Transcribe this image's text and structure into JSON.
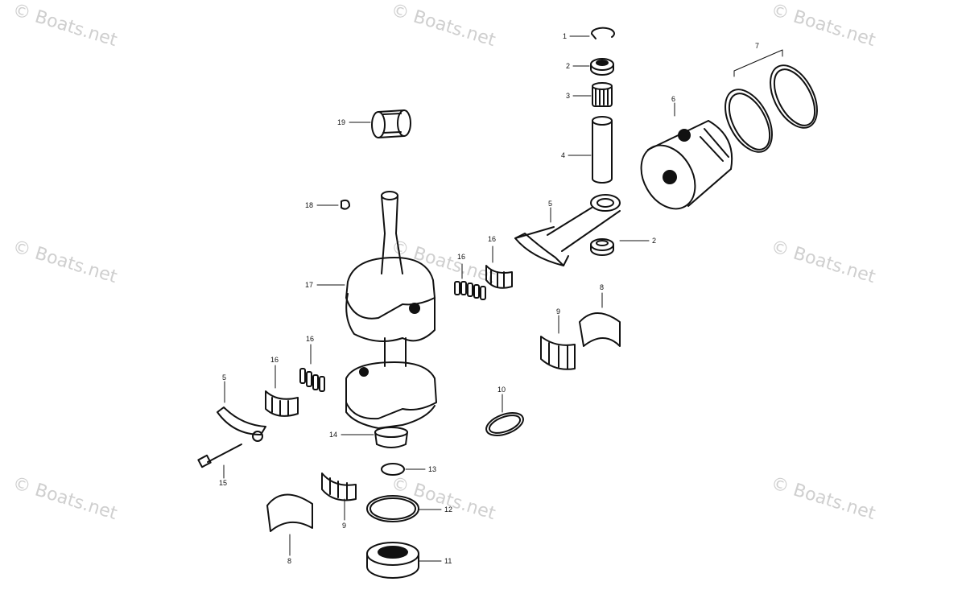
{
  "watermark": "© Boats.net",
  "callouts": [
    {
      "id": "c1",
      "label": "1"
    },
    {
      "id": "c2a",
      "label": "2"
    },
    {
      "id": "c3",
      "label": "3"
    },
    {
      "id": "c4",
      "label": "4"
    },
    {
      "id": "c5a",
      "label": "5"
    },
    {
      "id": "c6",
      "label": "6"
    },
    {
      "id": "c7",
      "label": "7"
    },
    {
      "id": "c2b",
      "label": "2"
    },
    {
      "id": "c19",
      "label": "19"
    },
    {
      "id": "c18",
      "label": "18"
    },
    {
      "id": "c17",
      "label": "17"
    },
    {
      "id": "c16a",
      "label": "16"
    },
    {
      "id": "c16b",
      "label": "16"
    },
    {
      "id": "c16c",
      "label": "16"
    },
    {
      "id": "c16d",
      "label": "16"
    },
    {
      "id": "c8a",
      "label": "8"
    },
    {
      "id": "c9a",
      "label": "9"
    },
    {
      "id": "c5b",
      "label": "5"
    },
    {
      "id": "c10",
      "label": "10"
    },
    {
      "id": "c14",
      "label": "14"
    },
    {
      "id": "c15",
      "label": "15"
    },
    {
      "id": "c13",
      "label": "13"
    },
    {
      "id": "c12",
      "label": "12"
    },
    {
      "id": "c9b",
      "label": "9"
    },
    {
      "id": "c8b",
      "label": "8"
    },
    {
      "id": "c11",
      "label": "11"
    }
  ]
}
